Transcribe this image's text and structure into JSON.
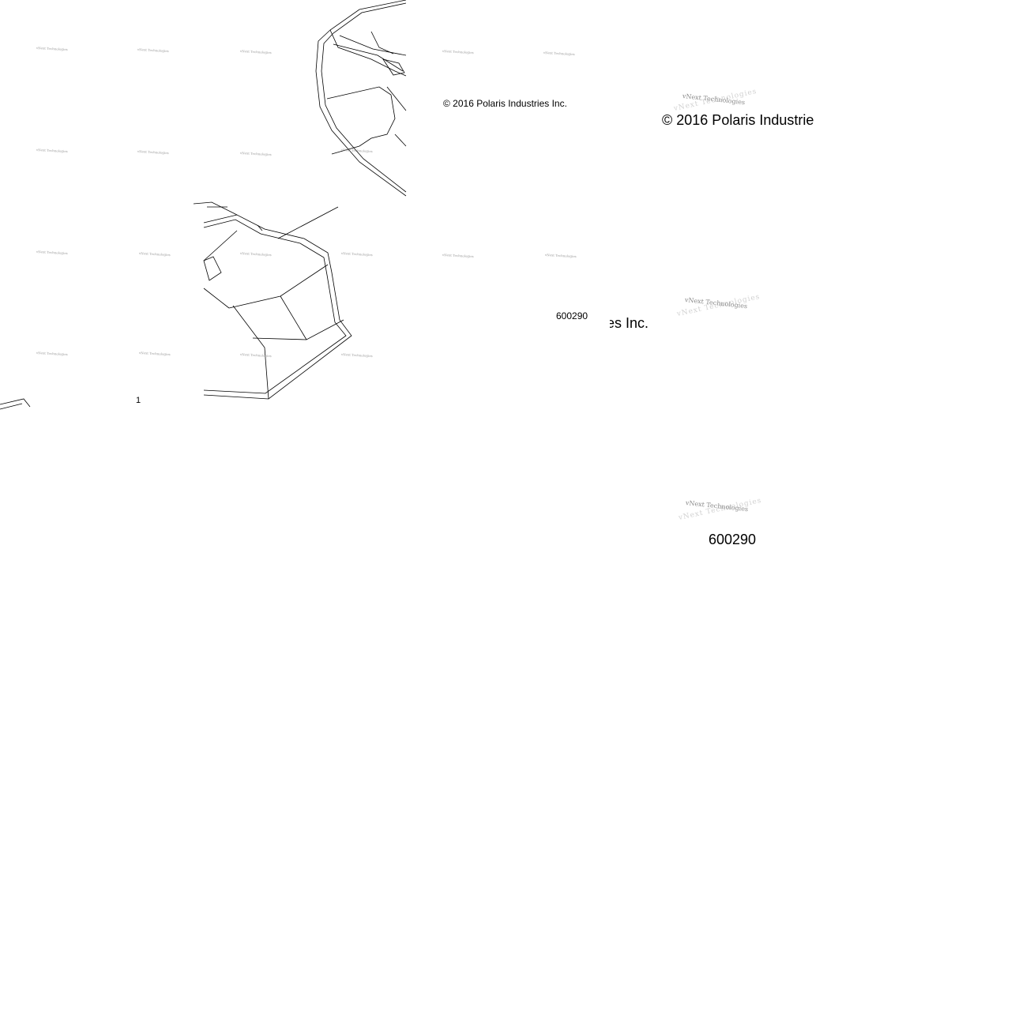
{
  "watermark": {
    "text": "vNext Technologies"
  },
  "copyright": {
    "small": "© 2016 Polaris Industries Inc.",
    "large_clipped": "© 2016 Polaris Industrie",
    "fragment": "es Inc."
  },
  "figure_number": {
    "small": "600290",
    "large": "600290"
  },
  "callouts": [
    {
      "label": "1"
    }
  ],
  "colors": {
    "line": "#000000",
    "watermark": "#9a9a9a",
    "background": "#ffffff"
  }
}
